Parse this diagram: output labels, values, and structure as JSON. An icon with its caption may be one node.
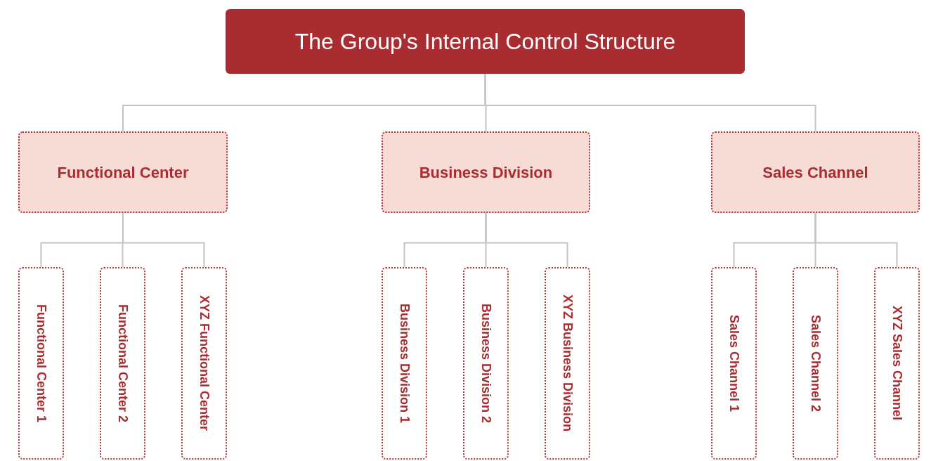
{
  "diagram": {
    "nodes": [
      {
        "text": [
          "The Group's Internal Control Structure"
        ]
      },
      {
        "text": [
          "Functional Center"
        ]
      },
      {
        "text": [
          "Business Division"
        ]
      },
      {
        "text": [
          "Sales Channel"
        ]
      },
      {
        "text": [
          "Functional Center 1"
        ]
      },
      {
        "text": [
          "Functional Center 2"
        ]
      },
      {
        "text": [
          "XYZ Functional Center"
        ]
      },
      {
        "text": [
          "Business Division 1"
        ]
      },
      {
        "text": [
          "Business Division 2"
        ]
      },
      {
        "text": [
          "XYZ Business Division"
        ]
      },
      {
        "text": [
          "Sales Channel 1"
        ]
      },
      {
        "text": [
          "Sales Channel 2"
        ]
      },
      {
        "text": [
          "XYZ Sales Channel"
        ]
      }
    ],
    "edges": [
      {
        "from": 0,
        "to": 1,
        "arrow": "none"
      },
      {
        "from": 0,
        "to": 2,
        "arrow": "none"
      },
      {
        "from": 0,
        "to": 3,
        "arrow": "none"
      },
      {
        "from": 1,
        "to": 4,
        "arrow": "none"
      },
      {
        "from": 1,
        "to": 5,
        "arrow": "none"
      },
      {
        "from": 1,
        "to": 6,
        "arrow": "none"
      },
      {
        "from": 2,
        "to": 7,
        "arrow": "none"
      },
      {
        "from": 2,
        "to": 8,
        "arrow": "none"
      },
      {
        "from": 2,
        "to": 9,
        "arrow": "none"
      },
      {
        "from": 3,
        "to": 10,
        "arrow": "none"
      },
      {
        "from": 3,
        "to": 11,
        "arrow": "none"
      },
      {
        "from": 3,
        "to": 12,
        "arrow": "none"
      }
    ]
  }
}
